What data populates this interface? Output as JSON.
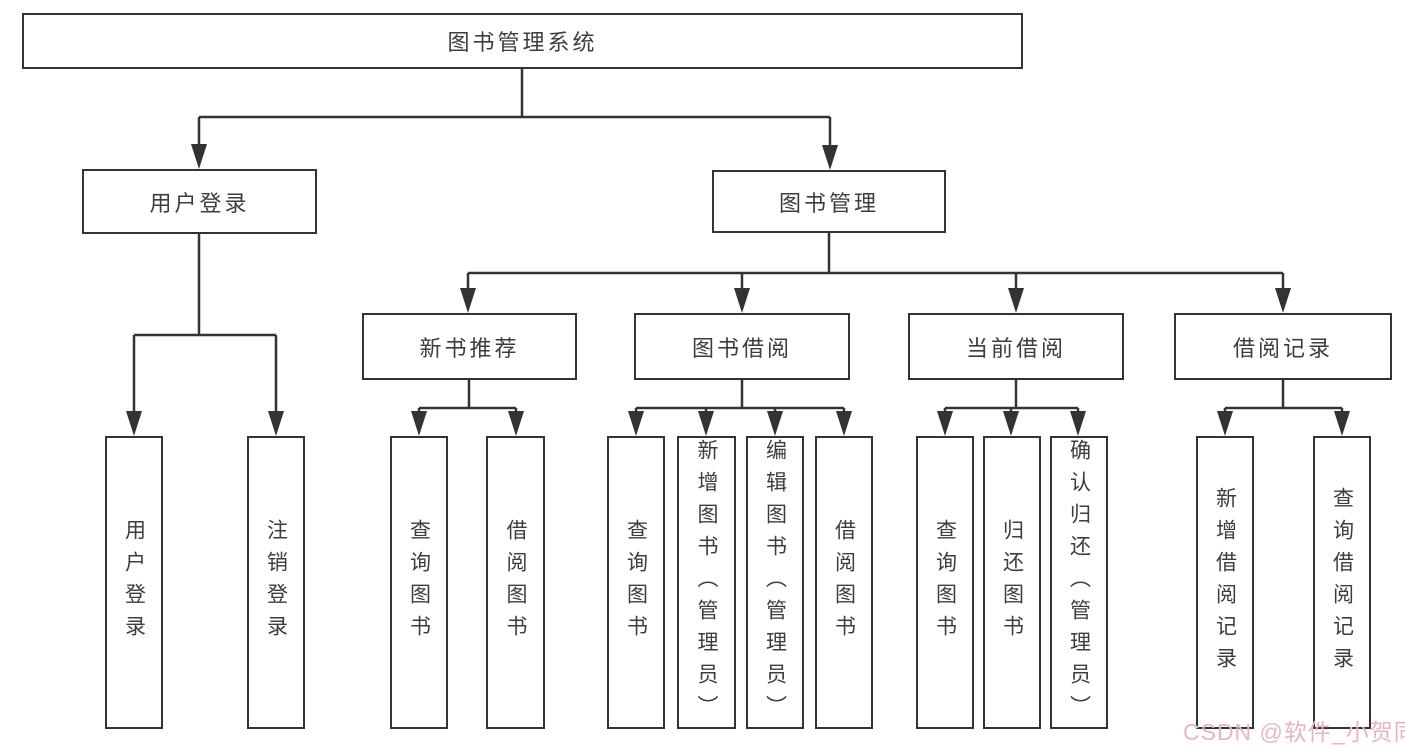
{
  "diagram": {
    "root_label": "图书管理系统",
    "branches": [
      {
        "label": "用户登录",
        "children": [
          "用户登录",
          "注销登录"
        ]
      },
      {
        "label": "图书管理",
        "groups": [
          {
            "label": "新书推荐",
            "children": [
              "查询图书",
              "借阅图书"
            ]
          },
          {
            "label": "图书借阅",
            "children": [
              "查询图书",
              "新增图书（管理员）",
              "编辑图书（管理员）",
              "借阅图书"
            ]
          },
          {
            "label": "当前借阅",
            "children": [
              "查询图书",
              "归还图书",
              "确认归还（管理员）"
            ]
          },
          {
            "label": "借阅记录",
            "children": [
              "新增借阅记录",
              "查询借阅记录"
            ]
          }
        ]
      }
    ],
    "watermark_text": "CSDN @软件_小贺同学",
    "colors": {
      "line": "#333333",
      "text": "#3d3d3d",
      "watermark": "#e9b6bf",
      "background": "#ffffff"
    }
  }
}
